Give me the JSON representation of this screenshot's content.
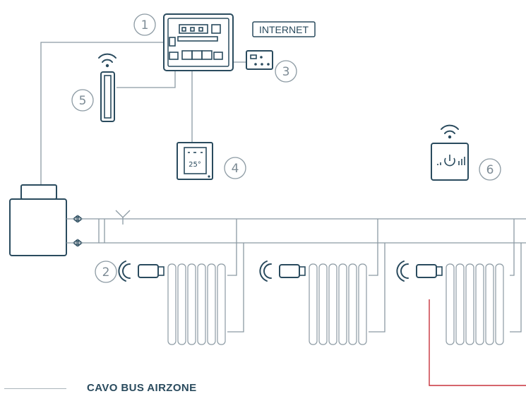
{
  "labels": {
    "internet": "INTERNET",
    "thermostat_temp": "25°",
    "legend": "CAVO BUS AIRZONE"
  },
  "callouts": [
    "1",
    "2",
    "3",
    "4",
    "5",
    "6"
  ],
  "colors": {
    "bus_cable": "#8c9aa3",
    "device": "#2a4b5e",
    "red_cable": "#c8323c"
  },
  "icons": [
    "central-unit-icon",
    "wifi-signal-icon",
    "router-icon",
    "thermostat-icon",
    "radiator-icon",
    "thermostatic-head-icon",
    "boiler-icon"
  ]
}
